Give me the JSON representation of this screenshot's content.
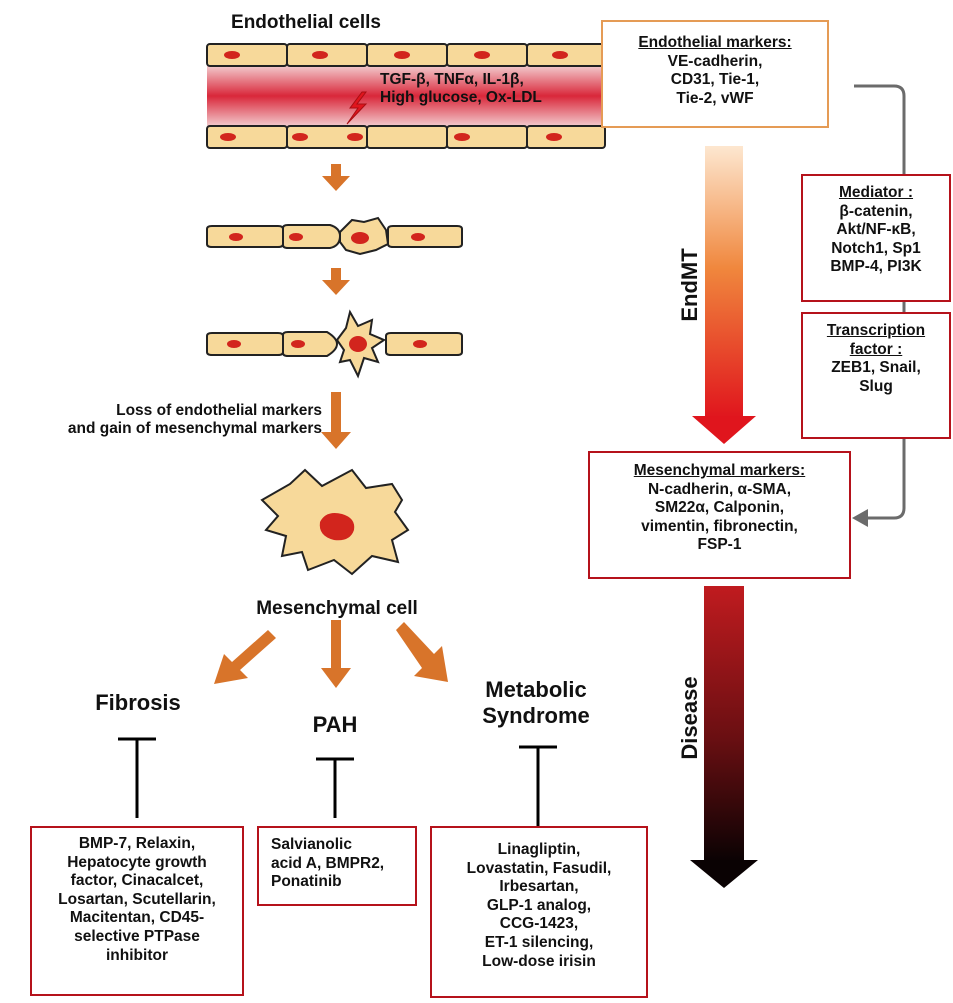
{
  "header": {
    "title": "Endothelial cells"
  },
  "stimuli": [
    "TGF-β, TNFα, IL-1β,",
    "High glucose, Ox-LDL"
  ],
  "loss_text": [
    "Loss of endothelial markers",
    "and gain of mesenchymal markers"
  ],
  "mesenchymal_label": "Mesenchymal cell",
  "diseases": {
    "fibrosis": "Fibrosis",
    "pah": "PAH",
    "metabolic": [
      "Metabolic",
      "Syndrome"
    ]
  },
  "treatments": {
    "fibrosis": [
      "BMP-7, Relaxin,",
      "Hepatocyte growth",
      "factor, Cinacalcet,",
      "Losartan, Scutellarin,",
      "Macitentan, CD45-",
      "selective PTPase",
      "inhibitor"
    ],
    "pah": [
      "Salvianolic",
      "acid A, BMPR2,",
      "Ponatinib"
    ],
    "metabolic": [
      "Linagliptin,",
      "Lovastatin, Fasudil,",
      "Irbesartan,",
      "GLP-1 analog,",
      "CCG-1423,",
      "ET-1 silencing,",
      "Low-dose irisin"
    ]
  },
  "endothelial_markers": {
    "heading": "Endothelial markers:",
    "lines": [
      "VE-cadherin,",
      "CD31, Tie-1,",
      "Tie-2, vWF"
    ]
  },
  "mediator": {
    "heading": "Mediator :",
    "lines": [
      "β-catenin,",
      "Akt/NF-κB,",
      "Notch1, Sp1",
      "BMP-4, PI3K"
    ]
  },
  "transcription_factor": {
    "heading": [
      "Transcription",
      "factor :"
    ],
    "lines": [
      "ZEB1, Snail,",
      "Slug"
    ]
  },
  "mesenchymal_markers": {
    "heading": "Mesenchymal markers:",
    "lines": [
      "N-cadherin, α-SMA,",
      "SM22α,  Calponin,",
      "vimentin,  fibronectin,",
      "FSP-1"
    ]
  },
  "endmt_label": "EndMT",
  "disease_label": "Disease",
  "colors": {
    "arrow_orange": "#d8742a",
    "red_border": "#b5121b",
    "orange_border": "#e59b55",
    "cell_fill": "#f7d99a",
    "nucleus": "#d2251d"
  }
}
